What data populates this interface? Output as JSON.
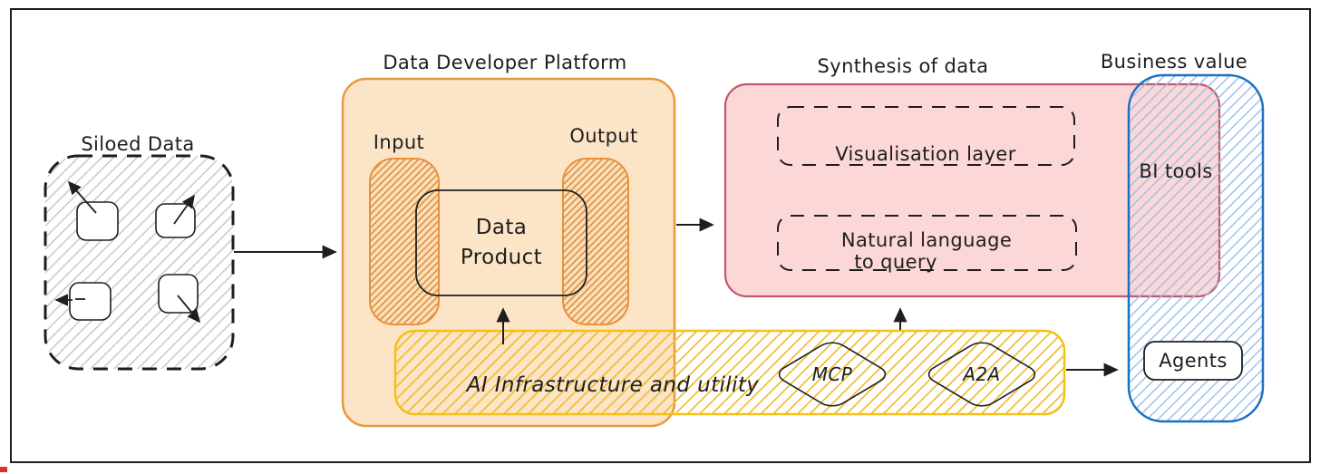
{
  "siloed": {
    "title": "Siloed Data"
  },
  "platform": {
    "title": "Data Developer Platform",
    "input_label": "Input",
    "output_label": "Output",
    "product": {
      "line1": "Data",
      "line2": "Product"
    }
  },
  "synthesis": {
    "title": "Synthesis of data",
    "visualisation_label": "Visualisation layer",
    "natural_language": {
      "line1": "Natural language",
      "line2": "to query"
    }
  },
  "business": {
    "title": "Business value",
    "bi_tools_label": "BI tools",
    "agents_label": "Agents"
  },
  "ai_infrastructure": {
    "label": "AI Infrastructure and utility",
    "mcp_label": "MCP",
    "a2a_label": "A2A"
  },
  "colors": {
    "ink": "#1e1e1e",
    "platform_fill": "#fce4c6",
    "platform_border": "#e9993d",
    "pill_border": "#e8913a",
    "pill_hatch_line": "#de9041",
    "pill_hatch_bg": "#fbdfb9",
    "synthesis_fill": "#fbd7d7",
    "synthesis_border": "#c4556b",
    "business_border": "#1971c2",
    "business_hatch_line": "#9cc0ea",
    "ai_bar_border": "#f2c118",
    "ai_bar_hatch_line": "#eebe35",
    "siloed_hatch_line": "#c7c7cd",
    "corner_mark": "#e03131"
  }
}
